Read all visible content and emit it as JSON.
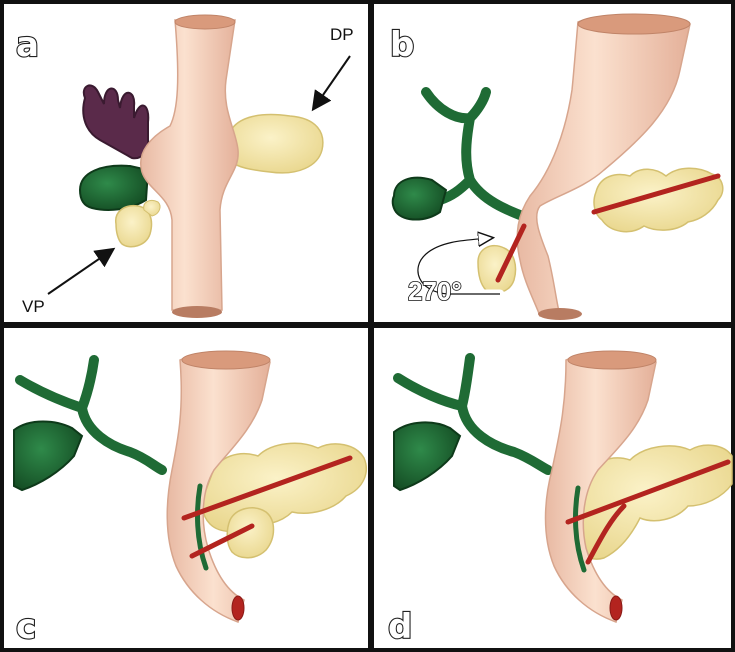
{
  "panels": [
    {
      "letter": "a"
    },
    {
      "letter": "b"
    },
    {
      "letter": "c"
    },
    {
      "letter": "d"
    }
  ],
  "labels": {
    "dorsal": "DP",
    "ventral": "VP",
    "rotation": "270°"
  },
  "colors": {
    "frame": "#111111",
    "gut": "#f6d4bf",
    "gut_shade": "#e7b8a0",
    "lumen": "#d99a7c",
    "pancreas": "#f2e3a2",
    "biliary": "#1f6b35",
    "stomach_purple": "#5a2a4a",
    "duct_red": "#b3241f"
  }
}
